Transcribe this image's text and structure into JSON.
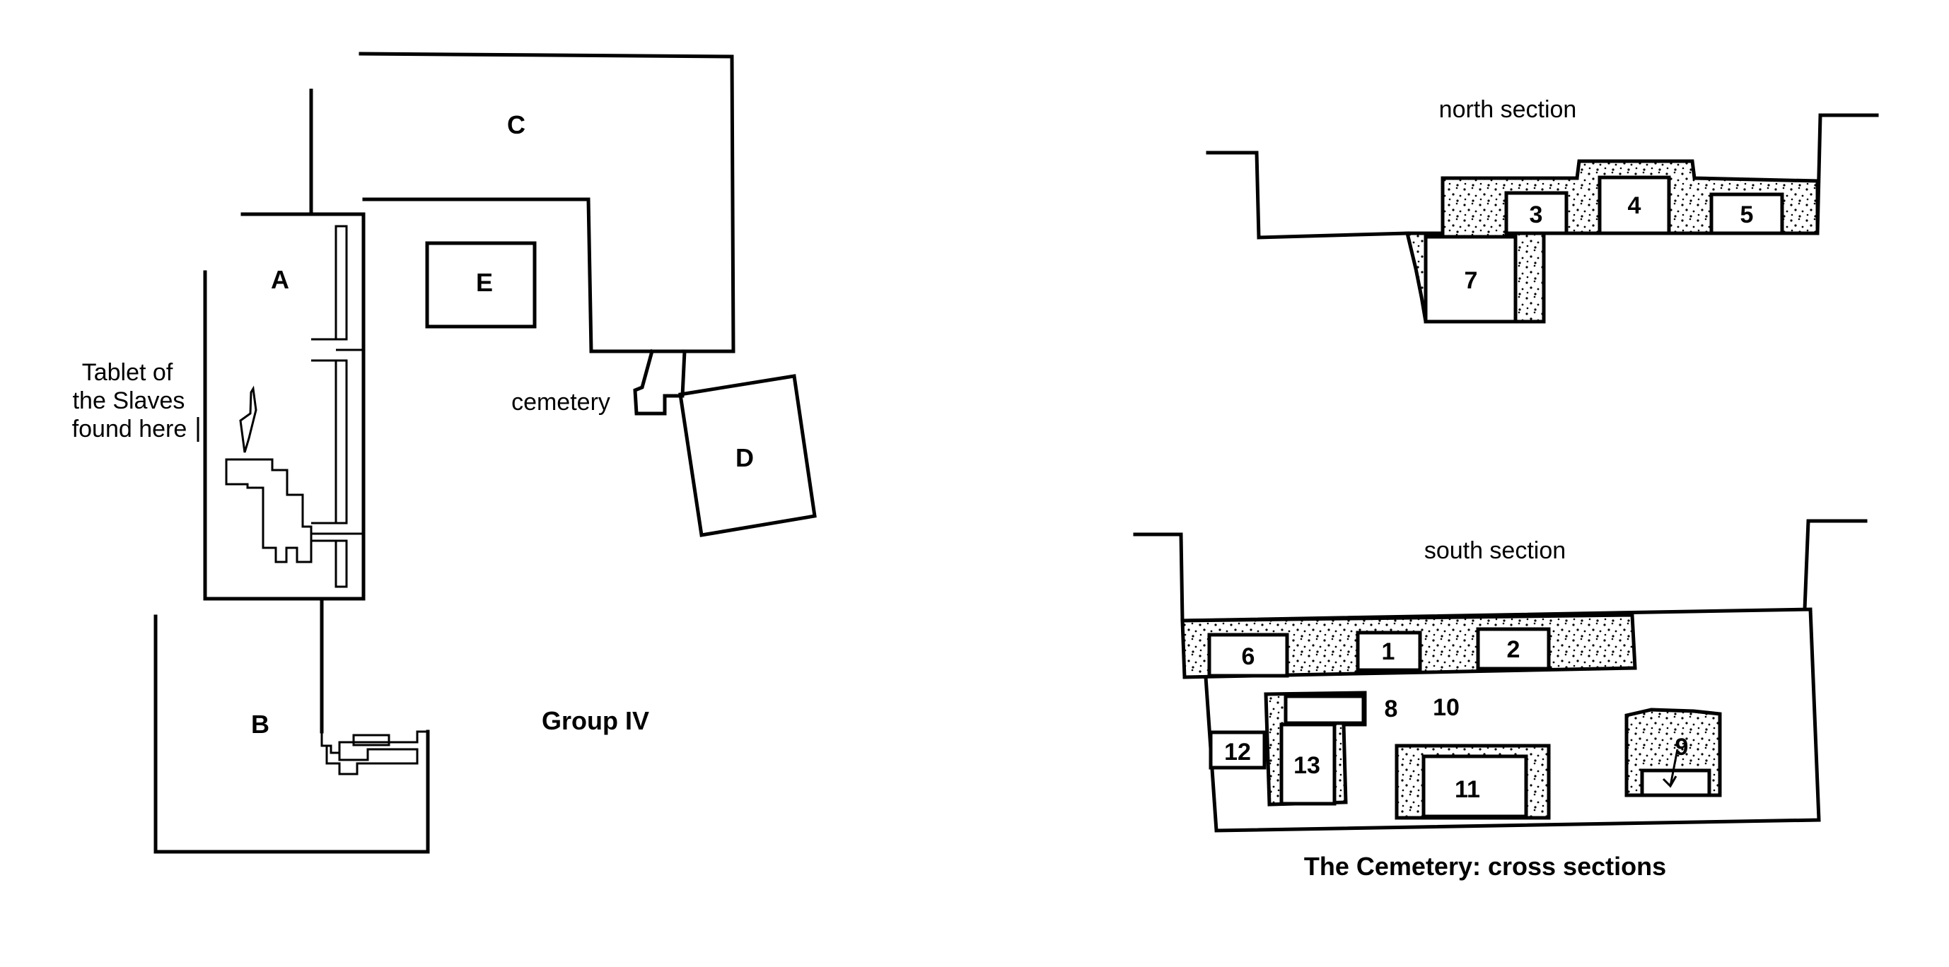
{
  "plan": {
    "labels": {
      "A": "A",
      "B": "B",
      "C": "C",
      "D": "D",
      "E": "E"
    },
    "tablet_note": [
      "Tablet of",
      "the Slaves",
      "found here"
    ],
    "cemetery_label": "cemetery",
    "group_label": "Group IV"
  },
  "sections": {
    "north_title": "north section",
    "south_title": "south section",
    "caption": "The Cemetery: cross sections",
    "graves": {
      "g1": "1",
      "g2": "2",
      "g3": "3",
      "g4": "4",
      "g5": "5",
      "g6": "6",
      "g7": "7",
      "g8": "8",
      "g9": "9",
      "g10": "10",
      "g11": "11",
      "g12": "12",
      "g13": "13"
    }
  }
}
